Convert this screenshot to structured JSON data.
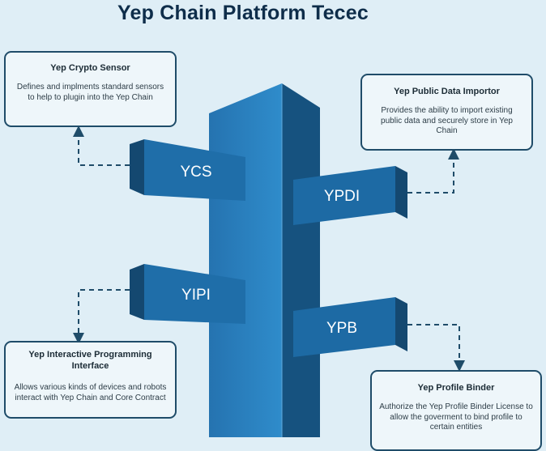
{
  "title": "Yep Chain Platform Tecec",
  "colors": {
    "background": "#dfeef6",
    "pillar_front": "#2a80c0",
    "pillar_side": "#16527f",
    "arm_front": "#1f6ea9",
    "arm_side": "#144870",
    "box_border": "#1f4c69",
    "connector": "#1f4c69"
  },
  "modules": {
    "ycs": {
      "arm_label": "YCS",
      "title": "Yep Crypto Sensor",
      "description": "Defines and implments standard sensors to help to plugin into the Yep Chain"
    },
    "ypdi": {
      "arm_label": "YPDI",
      "title": "Yep Public Data Importor",
      "description": "Provides the ability to import existing public data and securely store in Yep Chain"
    },
    "yipi": {
      "arm_label": "YIPI",
      "title": "Yep Interactive Programming Interface",
      "description": "Allows various kinds of devices and robots interact with Yep Chain and Core Contract"
    },
    "ypb": {
      "arm_label": "YPB",
      "title": "Yep Profile Binder",
      "description": "Authorize the Yep Profile Binder License to allow the goverment to bind profile to certain entities"
    }
  }
}
